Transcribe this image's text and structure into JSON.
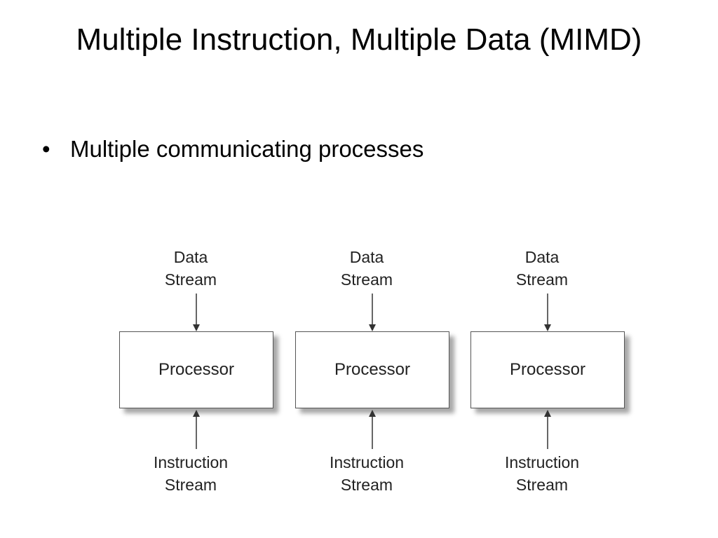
{
  "slide": {
    "title": "Multiple Instruction, Multiple Data (MIMD)",
    "bullets": [
      {
        "marker": "•",
        "text": "Multiple communicating processes"
      }
    ]
  },
  "diagram": {
    "units": [
      {
        "top_label_1": "Data",
        "top_label_2": "Stream",
        "box_label": "Processor",
        "bottom_label_1": "Instruction",
        "bottom_label_2": "Stream"
      },
      {
        "top_label_1": "Data",
        "top_label_2": "Stream",
        "box_label": "Processor",
        "bottom_label_1": "Instruction",
        "bottom_label_2": "Stream"
      },
      {
        "top_label_1": "Data",
        "top_label_2": "Stream",
        "box_label": "Processor",
        "bottom_label_1": "Instruction",
        "bottom_label_2": "Stream"
      }
    ]
  }
}
